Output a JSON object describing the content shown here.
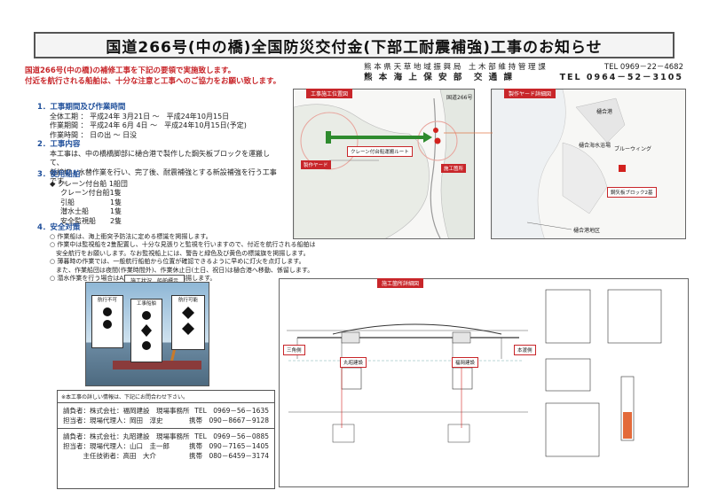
{
  "title": "国道266号(中の橋)全国防災交付金(下部工耐震補強)工事のお知らせ",
  "intro": {
    "line1": "国道266号(中の橋)の補修工事を下記の要領で実施致します。",
    "line2": "付近を航行される船舶は、十分な注意と工事へのご協力をお願い致します。"
  },
  "contacts": [
    {
      "org": "熊 本 県 天 草 地 域 振 興 局　土 木 部 維 持 管 理 課",
      "tel": "TEL 0969－22－4682"
    },
    {
      "org": "熊 本 海 上 保 安 部　交 通 課",
      "tel": "TEL 0964－52－3105"
    }
  ],
  "sections": {
    "s1": {
      "heading": "1．工事期間及び作業時間",
      "lines": [
        "全体工期 ： 平成24年 3月21日 ～　平成24年10月15日",
        "作業期間 ： 平成24年 6月 4日 ～　平成24年10月15日(予定)",
        "作業時間 ： 日の出 ～ 日没"
      ]
    },
    "s2": {
      "heading": "2．工事内容",
      "lines": [
        "本工事は、中の橋橋脚部に樋合港で製作した鋼矢板ブロックを運搬して、",
        "仮締切・水替作業を行い、完了後、耐震補強とする新設補強を行う工事です。"
      ]
    },
    "s3": {
      "heading": "3．使用船舶",
      "lines": [
        "◆ クレーン付台船 1船団",
        "クレーン付台船1隻",
        "引船　　　　　1隻",
        "潜水士船　　　1隻",
        "安全監視船　　2隻"
      ]
    },
    "s4": {
      "heading": "4．安全対策",
      "lines": [
        "○ 作業船は、海上衝突予防法に定める標識を掲揚します。",
        "○ 作業中は監視船を2隻配置し、十分な見張りと監視を行いますので、付近を航行される船舶は",
        "　安全航行をお願いします。なお監視船上には、警告と緑色及び黄色の標識旗を掲揚します。",
        "○ 薄暮時の作業では、一般航行船舶から位置が確認できるように早めに灯火を点灯します。",
        "　また、作業船団は夜間(作業時間外)、作業休止日(土日、祝日)は樋合港へ移動、係留します。",
        "○ 潜水作業を行う場合はA旗板及び区域標識を掲揚します。"
      ]
    }
  },
  "map1": {
    "tag": "工事施工位置図",
    "labels": {
      "yard": "製作ヤード",
      "route": "クレーン付台船運搬ルート",
      "site": "施工箇所",
      "road": "国道266号"
    }
  },
  "map2": {
    "tag": "製作ヤード詳細図",
    "labels": {
      "block": "鋼矢板ブロック2基",
      "port": "樋合港地区",
      "place1": "樋合港",
      "place2": "樋合海水浴場",
      "place3": "ブルーウィング"
    }
  },
  "photo": {
    "tag": "施工状況　船舶標示",
    "signs": [
      "航行不可",
      "工事船舶",
      "航行可能"
    ]
  },
  "detail": {
    "tag": "施工箇所詳細図",
    "left_side": "三角側",
    "right_side": "本渡側",
    "marks": [
      "丸昭建設",
      "福岡建設"
    ]
  },
  "contact_box": {
    "header": "※本工事の詳しい情報は、下記にお問合わせ下さい。",
    "groups": [
      {
        "rows": [
          {
            "left": "請負者：株式会社：福岡建設　現場事務所",
            "right": "TEL　0969－56－1635"
          },
          {
            "left": "担当者：現場代理人：岡田　淳史",
            "right": "携帯　090－8667－9128"
          }
        ]
      },
      {
        "rows": [
          {
            "left": "請負者：株式会社：丸昭建設　現場事務所",
            "right": "TEL　0969－56－0885"
          },
          {
            "left": "担当者：現場代理人：山口　圭一郎",
            "right": "携帯　090－7165－1405"
          },
          {
            "left": "　　　主任技術者：高田　大介",
            "right": "携帯　080－6459－3174"
          }
        ]
      }
    ]
  },
  "colors": {
    "accent_red": "#c8262a",
    "heading_blue": "#1e4e9a",
    "route_green": "#2e8b2e"
  }
}
